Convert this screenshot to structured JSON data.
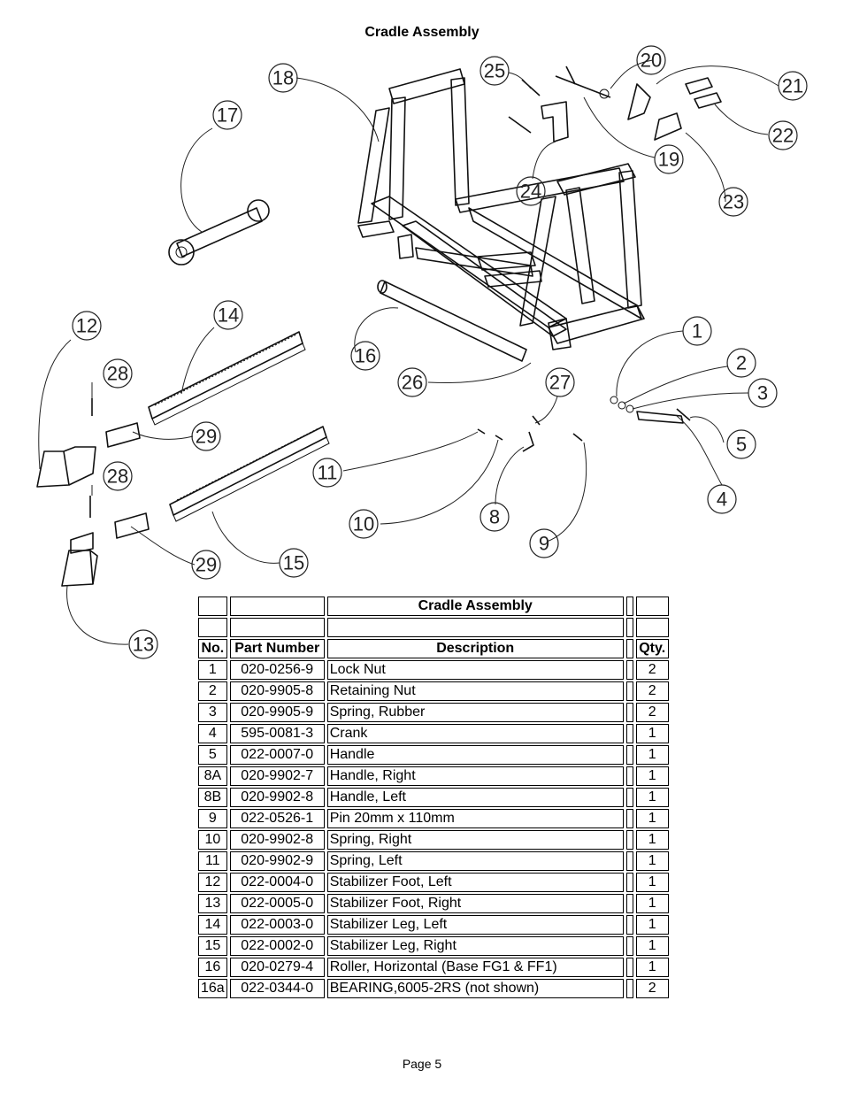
{
  "document": {
    "title": "Cradle Assembly",
    "footer": "Page 5"
  },
  "diagram": {
    "callouts": [
      "1",
      "2",
      "3",
      "4",
      "5",
      "8",
      "9",
      "10",
      "11",
      "12",
      "13",
      "14",
      "15",
      "16",
      "17",
      "18",
      "19",
      "20",
      "21",
      "22",
      "23",
      "24",
      "25",
      "26",
      "27",
      "28",
      "28",
      "29",
      "29"
    ]
  },
  "table": {
    "title": "Cradle Assembly",
    "headers": {
      "no": "No.",
      "part_number": "Part Number",
      "description": "Description",
      "qty": "Qty."
    },
    "rows": [
      {
        "no": "1",
        "part_number": "020-0256-9",
        "description": "Lock Nut",
        "qty": "2"
      },
      {
        "no": "2",
        "part_number": "020-9905-8",
        "description": "Retaining Nut",
        "qty": "2"
      },
      {
        "no": "3",
        "part_number": "020-9905-9",
        "description": "Spring, Rubber",
        "qty": "2"
      },
      {
        "no": "4",
        "part_number": "595-0081-3",
        "description": "Crank",
        "qty": "1"
      },
      {
        "no": "5",
        "part_number": "022-0007-0",
        "description": "Handle",
        "qty": "1"
      },
      {
        "no": "8A",
        "part_number": "020-9902-7",
        "description": "Handle, Right",
        "qty": "1"
      },
      {
        "no": "8B",
        "part_number": "020-9902-8",
        "description": "Handle, Left",
        "qty": "1"
      },
      {
        "no": "9",
        "part_number": "022-0526-1",
        "description": "Pin 20mm x 110mm",
        "qty": "1"
      },
      {
        "no": "10",
        "part_number": "020-9902-8",
        "description": "Spring, Right",
        "qty": "1"
      },
      {
        "no": "11",
        "part_number": "020-9902-9",
        "description": "Spring, Left",
        "qty": "1"
      },
      {
        "no": "12",
        "part_number": "022-0004-0",
        "description": "Stabilizer Foot, Left",
        "qty": "1"
      },
      {
        "no": "13",
        "part_number": "022-0005-0",
        "description": "Stabilizer Foot, Right",
        "qty": "1"
      },
      {
        "no": "14",
        "part_number": "022-0003-0",
        "description": "Stabilizer Leg, Left",
        "qty": "1"
      },
      {
        "no": "15",
        "part_number": "022-0002-0",
        "description": "Stabilizer Leg, Right",
        "qty": "1"
      },
      {
        "no": "16",
        "part_number": "020-0279-4",
        "description": "Roller, Horizontal (Base FG1 & FF1)",
        "qty": "1"
      },
      {
        "no": "16a",
        "part_number": "022-0344-0",
        "description": "BEARING,6005-2RS (not shown)",
        "qty": "2"
      }
    ]
  }
}
